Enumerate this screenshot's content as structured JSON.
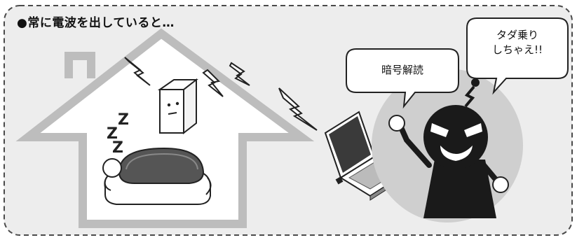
{
  "heading": "●常に電波を出していると…",
  "bubble_decode": "暗号解読",
  "bubble_freeride_line1": "タダ乗り",
  "bubble_freeride_line2": "しちゃえ!!",
  "sleep_text": [
    "Z",
    "Z",
    "Z"
  ],
  "colors": {
    "panel_bg": "#ededed",
    "panel_border": "#4a4a4a",
    "house_outline": "#bdbdbd",
    "hacker_bg": "#cfcfcf",
    "hacker_body": "#1a1a1a",
    "wave": "#222222"
  }
}
